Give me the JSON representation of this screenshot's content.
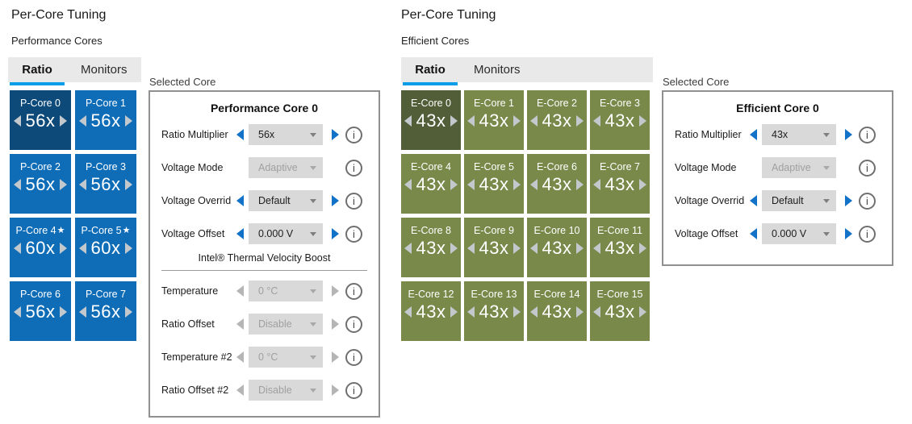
{
  "colors": {
    "p_core_blue": "#0f6db8",
    "p_core_blue_selected": "#0d4a7a",
    "e_core_green": "#78894a",
    "e_core_green_selected": "#515e38",
    "tab_underline": "#0a9de8",
    "stepper_blue": "#1172c8",
    "stepper_gray": "#b5b5b5",
    "tile_arrow": "#c2c8cc",
    "dropdown_bg": "#d9d9d9"
  },
  "left": {
    "title": "Per-Core Tuning",
    "subtitle": "Performance Cores",
    "tabs": [
      {
        "label": "Ratio",
        "active": true
      },
      {
        "label": "Monitors",
        "active": false
      }
    ],
    "selected_core_label": "Selected Core",
    "cores": [
      {
        "name": "P-Core 0",
        "value": "56x",
        "selected": true,
        "starred": false
      },
      {
        "name": "P-Core 1",
        "value": "56x",
        "selected": false,
        "starred": false
      },
      {
        "name": "P-Core 2",
        "value": "56x",
        "selected": false,
        "starred": false
      },
      {
        "name": "P-Core 3",
        "value": "56x",
        "selected": false,
        "starred": false
      },
      {
        "name": "P-Core 4",
        "value": "60x",
        "selected": false,
        "starred": true
      },
      {
        "name": "P-Core 5",
        "value": "60x",
        "selected": false,
        "starred": true
      },
      {
        "name": "P-Core 6",
        "value": "56x",
        "selected": false,
        "starred": false
      },
      {
        "name": "P-Core 7",
        "value": "56x",
        "selected": false,
        "starred": false
      }
    ],
    "panel": {
      "title": "Performance Core 0",
      "rows": [
        {
          "label": "Ratio Multiplier",
          "value": "56x",
          "state": "enabled"
        },
        {
          "label": "Voltage Mode",
          "value": "Adaptive",
          "state": "noarrows"
        },
        {
          "label": "Voltage Overrid",
          "value": "Default",
          "state": "enabled"
        },
        {
          "label": "Voltage Offset",
          "value": "0.000 V",
          "state": "enabled"
        }
      ],
      "section_header": "Intel® Thermal Velocity Boost",
      "rows2": [
        {
          "label": "Temperature",
          "value": "0 °C",
          "state": "disabled"
        },
        {
          "label": "Ratio Offset",
          "value": "Disable",
          "state": "disabled"
        },
        {
          "label": "Temperature #2",
          "value": "0 °C",
          "state": "disabled"
        },
        {
          "label": "Ratio Offset #2",
          "value": "Disable",
          "state": "disabled"
        }
      ]
    }
  },
  "right": {
    "title": "Per-Core Tuning",
    "subtitle": "Efficient Cores",
    "tabs": [
      {
        "label": "Ratio",
        "active": true
      },
      {
        "label": "Monitors",
        "active": false
      }
    ],
    "selected_core_label": "Selected Core",
    "cores": [
      {
        "name": "E-Core 0",
        "value": "43x",
        "selected": true,
        "starred": false
      },
      {
        "name": "E-Core 1",
        "value": "43x",
        "selected": false,
        "starred": false
      },
      {
        "name": "E-Core 2",
        "value": "43x",
        "selected": false,
        "starred": false
      },
      {
        "name": "E-Core 3",
        "value": "43x",
        "selected": false,
        "starred": false
      },
      {
        "name": "E-Core 4",
        "value": "43x",
        "selected": false,
        "starred": false
      },
      {
        "name": "E-Core 5",
        "value": "43x",
        "selected": false,
        "starred": false
      },
      {
        "name": "E-Core 6",
        "value": "43x",
        "selected": false,
        "starred": false
      },
      {
        "name": "E-Core 7",
        "value": "43x",
        "selected": false,
        "starred": false
      },
      {
        "name": "E-Core 8",
        "value": "43x",
        "selected": false,
        "starred": false
      },
      {
        "name": "E-Core 9",
        "value": "43x",
        "selected": false,
        "starred": false
      },
      {
        "name": "E-Core 10",
        "value": "43x",
        "selected": false,
        "starred": false
      },
      {
        "name": "E-Core 11",
        "value": "43x",
        "selected": false,
        "starred": false
      },
      {
        "name": "E-Core 12",
        "value": "43x",
        "selected": false,
        "starred": false
      },
      {
        "name": "E-Core 13",
        "value": "43x",
        "selected": false,
        "starred": false
      },
      {
        "name": "E-Core 14",
        "value": "43x",
        "selected": false,
        "starred": false
      },
      {
        "name": "E-Core 15",
        "value": "43x",
        "selected": false,
        "starred": false
      }
    ],
    "panel": {
      "title": "Efficient Core 0",
      "rows": [
        {
          "label": "Ratio Multiplier",
          "value": "43x",
          "state": "enabled"
        },
        {
          "label": "Voltage Mode",
          "value": "Adaptive",
          "state": "noarrows"
        },
        {
          "label": "Voltage Overrid",
          "value": "Default",
          "state": "enabled"
        },
        {
          "label": "Voltage Offset",
          "value": "0.000 V",
          "state": "enabled"
        }
      ]
    }
  }
}
